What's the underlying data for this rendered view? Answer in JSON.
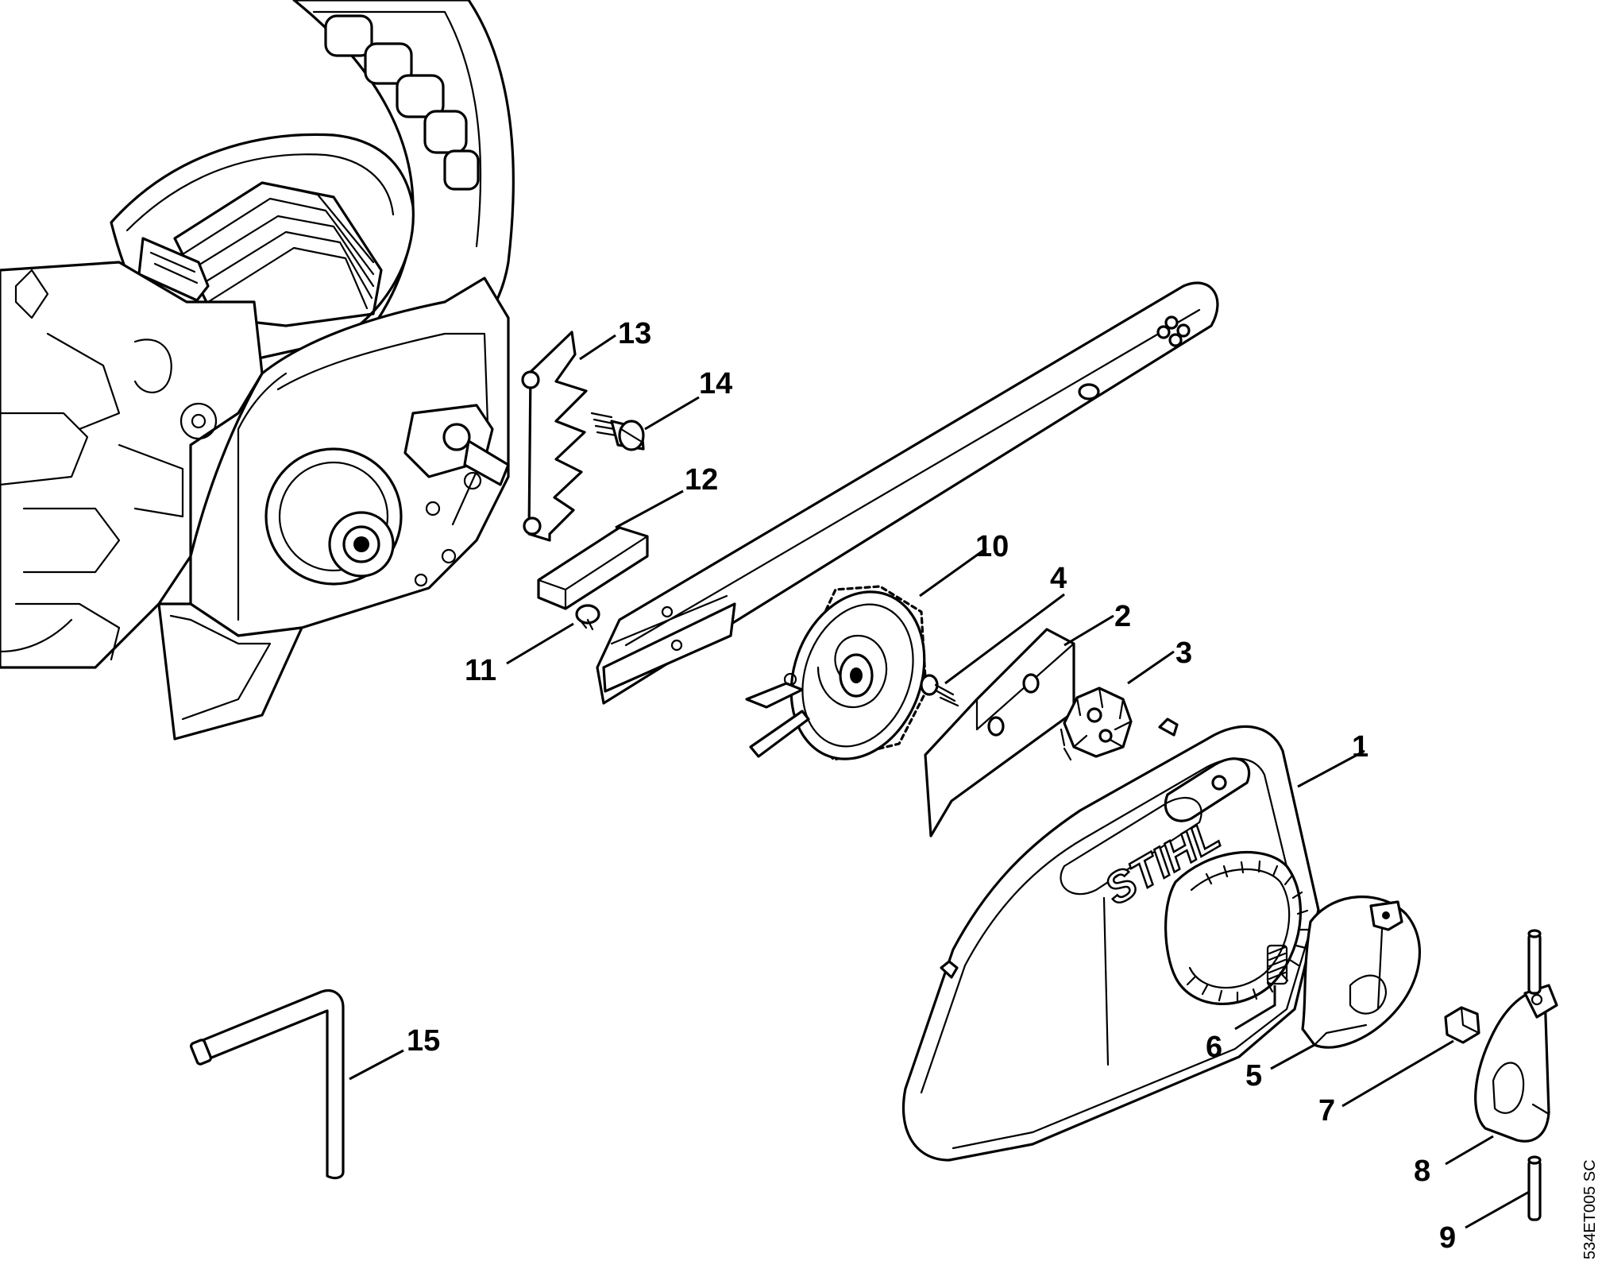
{
  "brand_logo": "STIHL",
  "drawing_code": "534ET005 SC",
  "colors": {
    "line": "#000000",
    "background": "#ffffff"
  },
  "callouts": [
    {
      "id": "1",
      "label": "1",
      "part": "chain-sprocket-cover"
    },
    {
      "id": "2",
      "label": "2",
      "part": "guide-plate"
    },
    {
      "id": "3",
      "label": "3",
      "part": "nut"
    },
    {
      "id": "4",
      "label": "4",
      "part": "screw"
    },
    {
      "id": "5",
      "label": "5",
      "part": "catch"
    },
    {
      "id": "6",
      "label": "6",
      "part": "spring"
    },
    {
      "id": "7",
      "label": "7",
      "part": "insert"
    },
    {
      "id": "8",
      "label": "8",
      "part": "lever"
    },
    {
      "id": "9",
      "label": "9",
      "part": "pin"
    },
    {
      "id": "10",
      "label": "10",
      "part": "tensioner-gear"
    },
    {
      "id": "11",
      "label": "11",
      "part": "screw"
    },
    {
      "id": "12",
      "label": "12",
      "part": "slider"
    },
    {
      "id": "13",
      "label": "13",
      "part": "spiked-bumper"
    },
    {
      "id": "14",
      "label": "14",
      "part": "screw"
    },
    {
      "id": "15",
      "label": "15",
      "part": "combination-wrench"
    }
  ]
}
